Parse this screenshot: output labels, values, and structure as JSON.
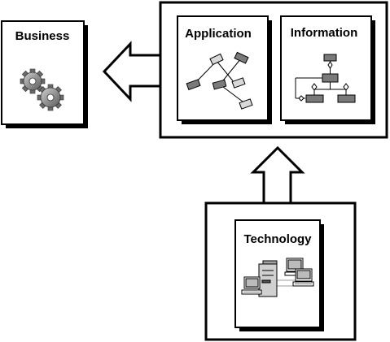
{
  "boxes": {
    "business": {
      "label": "Business",
      "icon": "gears-icon"
    },
    "application": {
      "label": "Application",
      "icon": "connected-components-icon"
    },
    "information": {
      "label": "Information",
      "icon": "data-model-icon"
    },
    "technology": {
      "label": "Technology",
      "icon": "computer-network-icon"
    }
  },
  "colors": {
    "line": "#000000",
    "background": "#ffffff",
    "fill_gray": "#7a7a7a",
    "fill_light": "#d8d8d8"
  }
}
